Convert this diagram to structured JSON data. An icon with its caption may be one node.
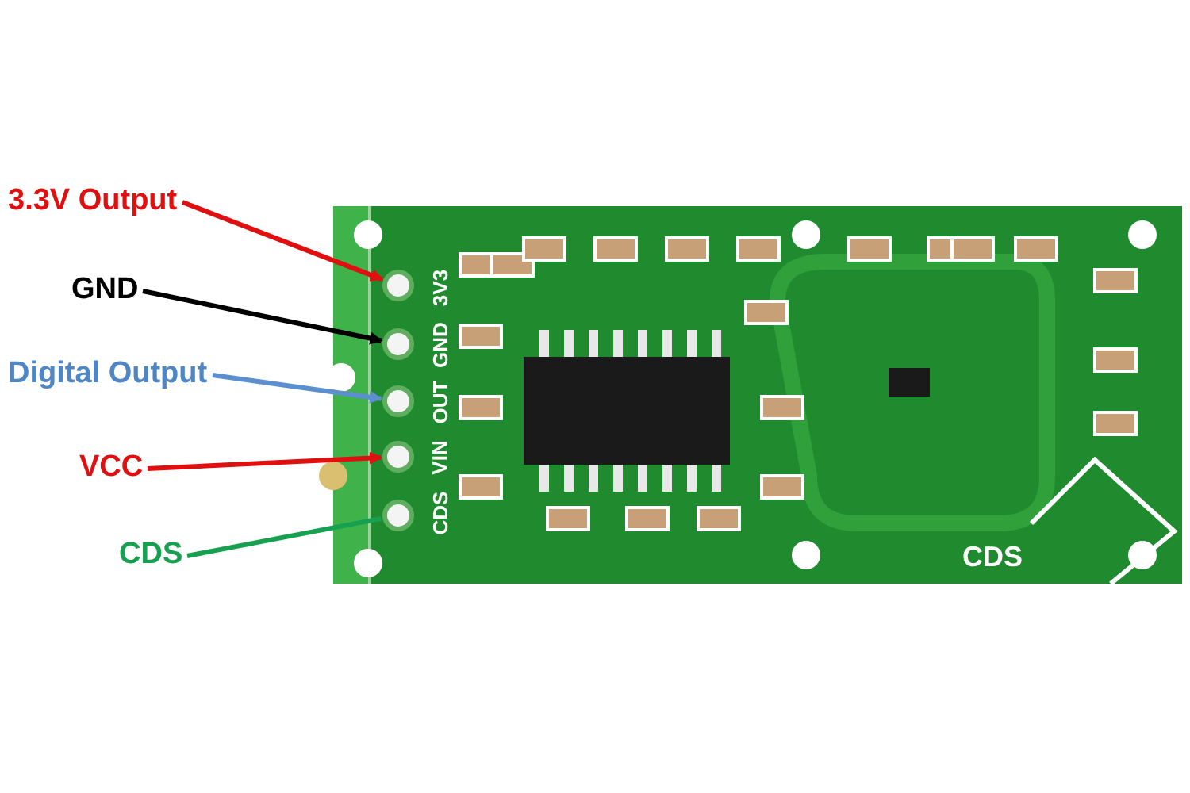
{
  "diagram": {
    "nodes": [
      {
        "text": [
          "3.3V Output"
        ]
      },
      {
        "text": [
          "GND"
        ]
      },
      {
        "text": [
          "Digital Output"
        ]
      },
      {
        "text": [
          "VCC"
        ]
      },
      {
        "text": [
          "CDS"
        ]
      },
      {
        "text": [],
        "shape": "circle"
      },
      {
        "text": [],
        "shape": "circle"
      },
      {
        "text": [],
        "shape": "circle"
      },
      {
        "text": [],
        "shape": "circle"
      },
      {
        "text": [],
        "shape": "circle"
      }
    ],
    "edges": [
      {
        "from": 0,
        "to": 5,
        "arrow": "to",
        "color": "#e01010"
      },
      {
        "from": 1,
        "to": 6,
        "arrow": "to",
        "color": "#000000"
      },
      {
        "from": 2,
        "to": 7,
        "arrow": "to",
        "color": "#5b8fd0"
      },
      {
        "from": 3,
        "to": 8,
        "arrow": "to",
        "color": "#e01010"
      },
      {
        "from": 4,
        "to": 9,
        "arrow": "none",
        "color": "#17a050"
      }
    ],
    "labels": [
      "CDS",
      "VIN",
      "OUT",
      "GND",
      "3V3",
      "CDS"
    ]
  }
}
